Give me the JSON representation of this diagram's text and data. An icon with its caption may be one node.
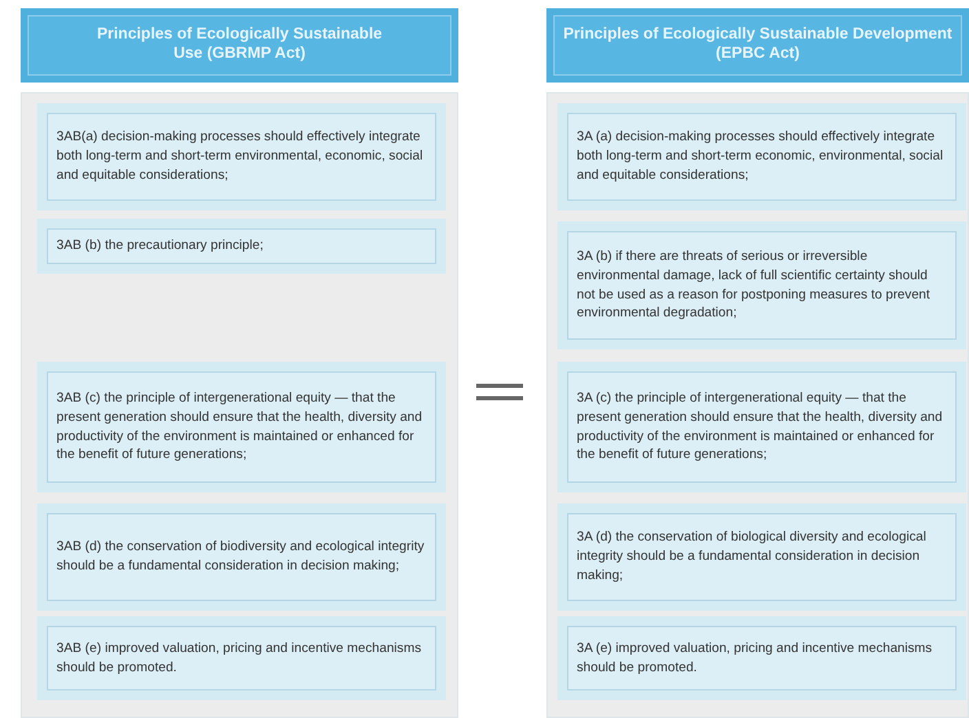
{
  "diagram": {
    "nodes": [
      {
        "text": [
          "Principles of Ecologically Sustainable Use (GBRMP Act)"
        ]
      },
      {
        "text": [
          "3AB(a) decision-making processes should effectively integrate both long-term and short-term environmental, economic, social and equitable considerations;"
        ],
        "in": 0
      },
      {
        "text": [
          "3AB (b) the precautionary principle;"
        ],
        "in": 0
      },
      {
        "text": [
          "3AB (c) the principle of intergenerational equity — that the present generation should ensure that the health, diversity and productivity of the environment is maintained or enhanced for the benefit of future generations;"
        ],
        "in": 0
      },
      {
        "text": [
          "3AB (d) the conservation of biodiversity and ecological integrity should be a fundamental consideration in decision making;"
        ],
        "in": 0
      },
      {
        "text": [
          "3AB (e) improved valuation, pricing and incentive mechanisms should be promoted."
        ],
        "in": 0
      },
      {
        "text": [
          "Principles of Ecologically Sustainable Development (EPBC Act)"
        ]
      },
      {
        "text": [
          "3A (a) decision-making processes should effectively integrate both long-term and short-term economic, environmental, social and equitable considerations;"
        ],
        "in": 6
      },
      {
        "text": [
          "3A (b) if there are threats of serious or irreversible environmental damage, lack of full scientific certainty should not be used as a reason for postponing measures to prevent environmental degradation;"
        ],
        "in": 6
      },
      {
        "text": [
          "3A (c) the principle of intergenerational equity — that the present generation should ensure that the health, diversity and productivity of the environment is maintained or enhanced for the benefit of future generations;"
        ],
        "in": 6
      },
      {
        "text": [
          "3A (d) the conservation of biological diversity and ecological integrity should be a fundamental consideration in decision making;"
        ],
        "in": 6
      },
      {
        "text": [
          "3A (e) improved valuation, pricing and incentive mechanisms should be promoted."
        ],
        "in": 6
      }
    ]
  }
}
